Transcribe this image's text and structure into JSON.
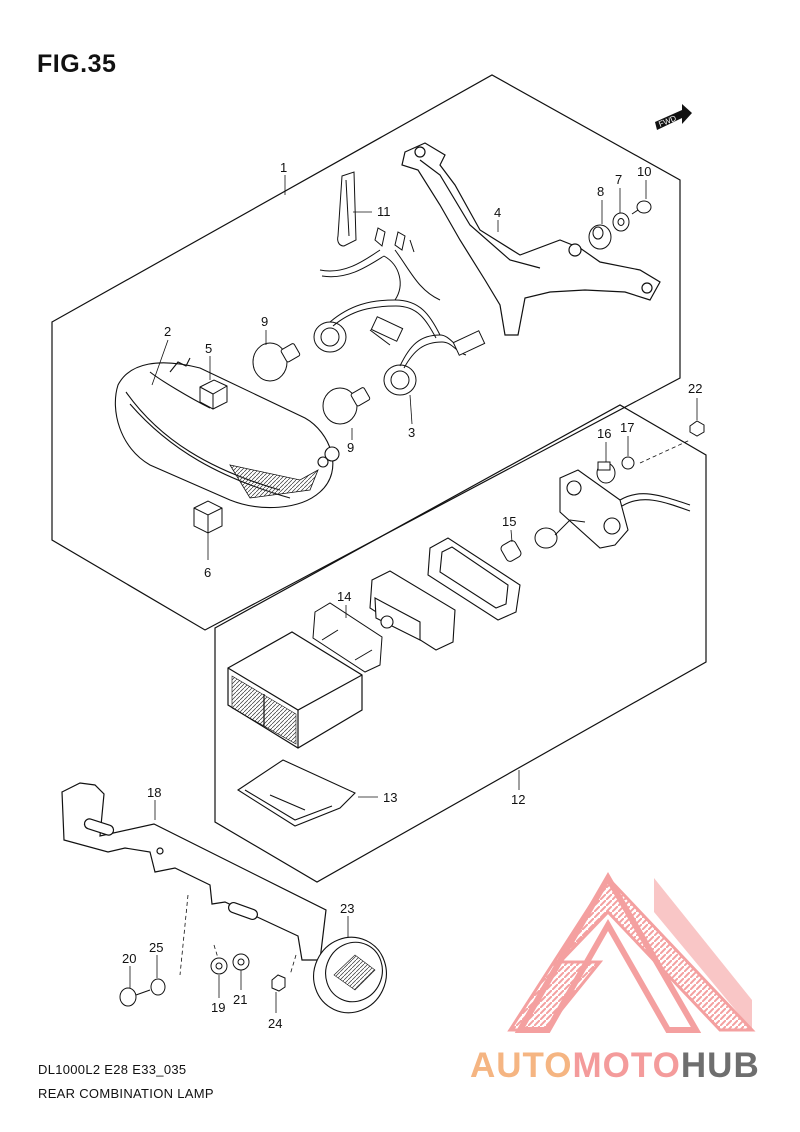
{
  "figure": {
    "title": "FIG.35",
    "fwd_label": "FWD",
    "footer_code": "DL1000L2 E28 E33_035",
    "footer_name": "REAR COMBINATION LAMP"
  },
  "parts": {
    "p1": "1",
    "p2": "2",
    "p3": "3",
    "p4": "4",
    "p5": "5",
    "p6": "6",
    "p7": "7",
    "p8": "8",
    "p9a": "9",
    "p9b": "9",
    "p10": "10",
    "p11": "11",
    "p12": "12",
    "p13": "13",
    "p14": "14",
    "p15": "15",
    "p16": "16",
    "p17": "17",
    "p18": "18",
    "p19": "19",
    "p20": "20",
    "p21": "21",
    "p22": "22",
    "p23": "23",
    "p24": "24",
    "p25": "25"
  },
  "watermark": {
    "part_a": "AUTO",
    "part_b": "MOTO",
    "part_c": "HUB",
    "colors": {
      "auto": "#f5b582",
      "moto": "#f49b9b",
      "hub": "#6e6e6e",
      "logo": "#f49b9b"
    }
  }
}
